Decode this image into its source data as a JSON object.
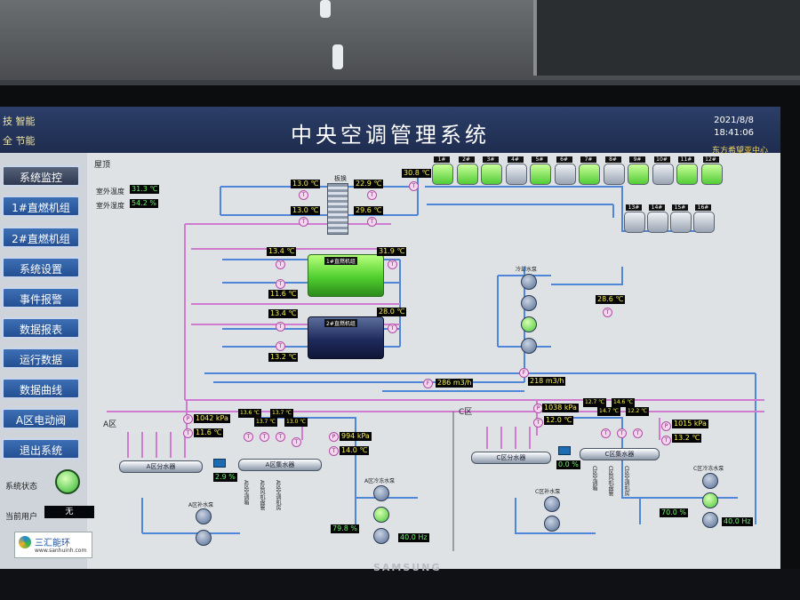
{
  "header": {
    "title": "中央空调管理系统",
    "tag_line1": "技 智能",
    "tag_line2": "全 节能",
    "date": "2021/8/8",
    "time": "18:41:06",
    "location": "东方希望亚中心"
  },
  "nav": {
    "items": [
      "系统监控",
      "1#直燃机组",
      "2#直燃机组",
      "系统设置",
      "事件报警",
      "数据报表",
      "运行数据",
      "数据曲线",
      "A区电动阀",
      "退出系统"
    ],
    "status_label": "系统状态",
    "user_label": "当前用户",
    "user_value": "无"
  },
  "logo": {
    "name": "三汇能环",
    "url": "www.sanhuinh.com"
  },
  "roof": {
    "label": "屋顶",
    "outdoor_temp_label": "室外温度",
    "outdoor_temp": "31.3 ℃",
    "outdoor_humidity_label": "室外湿度",
    "outdoor_humidity": "54.2 %"
  },
  "exchanger": {
    "label": "板换",
    "t1": "13.0 ℃",
    "t2": "22.9 ℃",
    "t3": "13.0 ℃",
    "t4": "29.6 ℃"
  },
  "tower_supply": "30.8 ℃",
  "towers_row1": [
    "1#",
    "2#",
    "3#",
    "4#",
    "5#",
    "6#",
    "7#",
    "8#",
    "9#",
    "10#",
    "11#",
    "12#"
  ],
  "towers_row1_on": [
    true,
    true,
    true,
    false,
    true,
    false,
    true,
    false,
    true,
    false,
    true,
    true
  ],
  "towers_row2": [
    "13#",
    "14#",
    "15#",
    "16#"
  ],
  "chiller1": {
    "label": "1#直燃机组",
    "t_in": "13.4 ℃",
    "t_out": "31.9 ℃",
    "t_low": "11.6 ℃"
  },
  "chiller2": {
    "label": "2#直燃机组",
    "t_in": "13.4 ℃",
    "t_out": "28.0 ℃",
    "t_low": "13.2 ℃"
  },
  "cooling_pumps": {
    "label": "冷却水泵",
    "temp": "28.6 ℃"
  },
  "flows": {
    "f1": "286 m3/h",
    "f2": "218 m3/h"
  },
  "zone_a": {
    "label": "A区",
    "pressure": "1042 kPa",
    "temp": "11.6 ℃",
    "t_a": "13.6 ℃",
    "t_b": "13.7 ℃",
    "t_c": "13.7 ℃",
    "t_d": "13.0 ℃",
    "ret_pressure": "994 kPa",
    "ret_temp": "14.0 ℃",
    "dist_tank": "A区分水器",
    "coll_tank": "A区集水器",
    "valve": "2.9 %",
    "branches": [
      "A区空调箱",
      "A区风机盘管",
      "A区空调机房"
    ],
    "make_up": "A区补水泵",
    "chw_pumps": "A区冷冻水泵",
    "pump_valve": "79.8 %",
    "freq": "40.0 Hz"
  },
  "zone_c": {
    "label": "C区",
    "pressure": "1038 kPa",
    "temp": "12.0 ℃",
    "t_a": "12.7 ℃",
    "t_b": "14.7 ℃",
    "t_c": "14.6 ℃",
    "t_d": "12.2 ℃",
    "ret_pressure": "1015 kPa",
    "ret_temp": "13.2 ℃",
    "dist_tank": "C区分水器",
    "coll_tank": "C区集水器",
    "valve": "0.0 %",
    "branches": [
      "C区空调箱",
      "C区风机盘管",
      "C区空调机房"
    ],
    "make_up": "C区补水泵",
    "chw_pumps": "C区冷冻水泵",
    "pump_valve": "70.0 %",
    "freq": "40.0 Hz"
  },
  "monitor_brand": "SAMSUNG"
}
